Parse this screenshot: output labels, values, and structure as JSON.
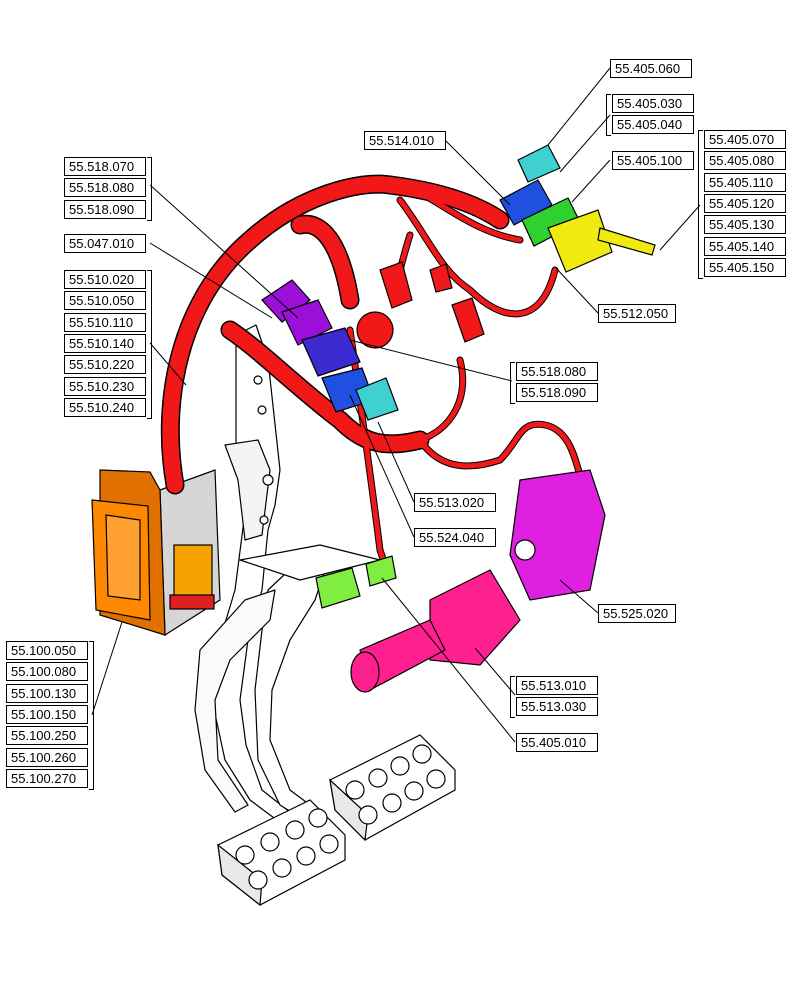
{
  "colors": {
    "harness": "#f01818",
    "cyan": "#3fd0d0",
    "blue": "#2050e0",
    "navy": "#3a2ad0",
    "green": "#30d030",
    "yellow": "#f0ea10",
    "purple": "#9a10d8",
    "magenta": "#e020e0",
    "pink": "#ff2090",
    "orange": "#ff8800",
    "lime": "#80ee40"
  },
  "labels": {
    "g_405_060": [
      "55.405.060"
    ],
    "g_405_030": [
      "55.405.030",
      "55.405.040"
    ],
    "g_405_100": [
      "55.405.100"
    ],
    "g_405_070": [
      "55.405.070",
      "55.405.080",
      "55.405.110",
      "55.405.120",
      "55.405.130",
      "55.405.140",
      "55.405.150"
    ],
    "g_514_010": [
      "55.514.010"
    ],
    "g_518_070": [
      "55.518.070",
      "55.518.080",
      "55.518.090"
    ],
    "g_047_010": [
      "55.047.010"
    ],
    "g_510": [
      "55.510.020",
      "55.510.050",
      "55.510.110",
      "55.510.140",
      "55.510.220",
      "55.510.230",
      "55.510.240"
    ],
    "g_512_050": [
      "55.512.050"
    ],
    "g_518_080b": [
      "55.518.080",
      "55.518.090"
    ],
    "g_513_020": [
      "55.513.020"
    ],
    "g_524_040": [
      "55.524.040"
    ],
    "g_525_020": [
      "55.525.020"
    ],
    "g_513_010": [
      "55.513.010",
      "55.513.030"
    ],
    "g_405_010": [
      "55.405.010"
    ],
    "g_100": [
      "55.100.050",
      "55.100.080",
      "55.100.130",
      "55.100.150",
      "55.100.250",
      "55.100.260",
      "55.100.270"
    ]
  }
}
